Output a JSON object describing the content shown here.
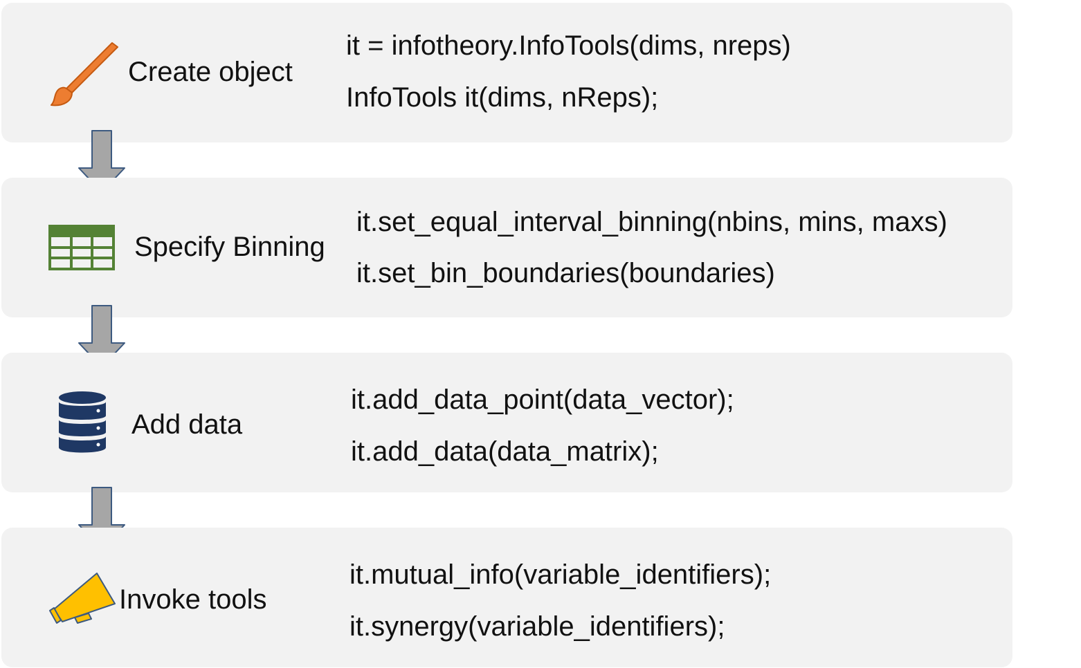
{
  "steps": [
    {
      "label": "Create  object",
      "icon": "paintbrush-icon",
      "code": [
        "it = infotheory.InfoTools(dims, nreps)",
        "InfoTools it(dims, nReps);"
      ]
    },
    {
      "label": "Specify Binning",
      "icon": "table-grid-icon",
      "code": [
        "it.set_equal_interval_binning(nbins, mins, maxs)",
        "it.set_bin_boundaries(boundaries)"
      ]
    },
    {
      "label": "Add data",
      "icon": "database-icon",
      "code": [
        "it.add_data_point(data_vector);",
        "it.add_data(data_matrix);"
      ]
    },
    {
      "label": "Invoke tools",
      "icon": "megaphone-icon",
      "code": [
        "it.mutual_info(variable_identifiers);",
        "it.synergy(variable_identifiers);"
      ]
    }
  ],
  "colors": {
    "panel": "#f2f2f2",
    "arrow_fill": "#a6a6a6",
    "arrow_stroke": "#3d5a80",
    "brush": "#ed7d31",
    "grid": "#548235",
    "database": "#1f3864",
    "megaphone": "#ffc000"
  }
}
